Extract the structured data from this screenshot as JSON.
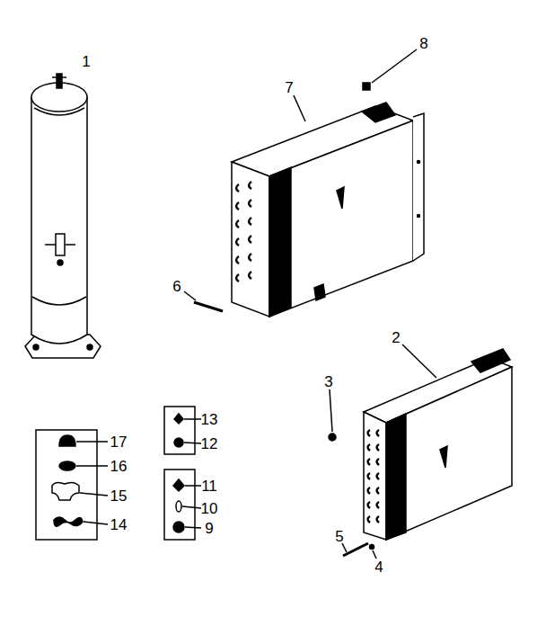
{
  "diagram": {
    "labels": [
      "8",
      "7",
      "1",
      "6",
      "2",
      "3",
      "17",
      "13",
      "12",
      "16",
      "11",
      "15",
      "10",
      "14",
      "9",
      "5",
      "4"
    ]
  }
}
